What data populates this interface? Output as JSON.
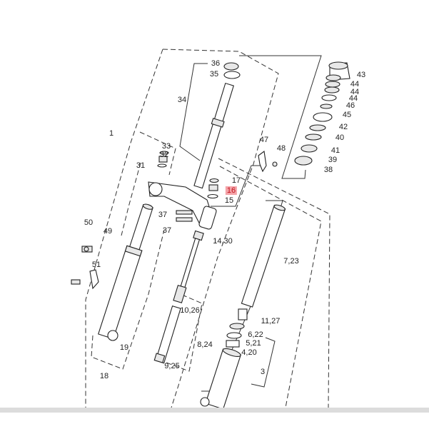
{
  "diagram": {
    "title_hidden": null,
    "highlight_color": "#f4a3a8",
    "labels": [
      {
        "id": "p36",
        "text": "36"
      },
      {
        "id": "p35",
        "text": "35"
      },
      {
        "id": "p34",
        "text": "34"
      },
      {
        "id": "p1",
        "text": "1"
      },
      {
        "id": "p33",
        "text": "33"
      },
      {
        "id": "p32",
        "text": "32"
      },
      {
        "id": "p31",
        "text": "31"
      },
      {
        "id": "p17",
        "text": "17"
      },
      {
        "id": "p16",
        "text": "16",
        "highlighted": true
      },
      {
        "id": "p15",
        "text": "15"
      },
      {
        "id": "p37a",
        "text": "37"
      },
      {
        "id": "p37b",
        "text": "37"
      },
      {
        "id": "p47",
        "text": "47"
      },
      {
        "id": "p48",
        "text": "48"
      },
      {
        "id": "p43",
        "text": "43"
      },
      {
        "id": "p44a",
        "text": "44"
      },
      {
        "id": "p44b",
        "text": "44"
      },
      {
        "id": "p44c",
        "text": "44"
      },
      {
        "id": "p46",
        "text": "46"
      },
      {
        "id": "p45",
        "text": "45"
      },
      {
        "id": "p42",
        "text": "42"
      },
      {
        "id": "p40",
        "text": "40"
      },
      {
        "id": "p41",
        "text": "41"
      },
      {
        "id": "p39",
        "text": "39"
      },
      {
        "id": "p38",
        "text": "38"
      },
      {
        "id": "p50",
        "text": "50"
      },
      {
        "id": "p49",
        "text": "49"
      },
      {
        "id": "p1430",
        "text": "14,30"
      },
      {
        "id": "p51",
        "text": "51"
      },
      {
        "id": "p723",
        "text": "7,23"
      },
      {
        "id": "p1026",
        "text": "10,26"
      },
      {
        "id": "p1127",
        "text": "11,27"
      },
      {
        "id": "p622",
        "text": "6,22"
      },
      {
        "id": "p521",
        "text": "5,21"
      },
      {
        "id": "p420",
        "text": "4,20"
      },
      {
        "id": "p19",
        "text": "19"
      },
      {
        "id": "p824",
        "text": "8,24"
      },
      {
        "id": "p925",
        "text": "9,25"
      },
      {
        "id": "p3",
        "text": "3"
      },
      {
        "id": "p18",
        "text": "18"
      }
    ]
  }
}
